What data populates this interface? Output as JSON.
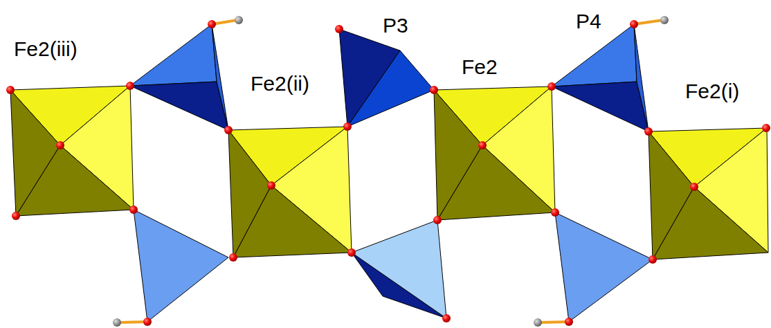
{
  "diagram": {
    "labels": [
      "Fe2(iii)",
      "Fe2(ii)",
      "P3",
      "Fe2",
      "P4",
      "Fe2(i)"
    ]
  }
}
